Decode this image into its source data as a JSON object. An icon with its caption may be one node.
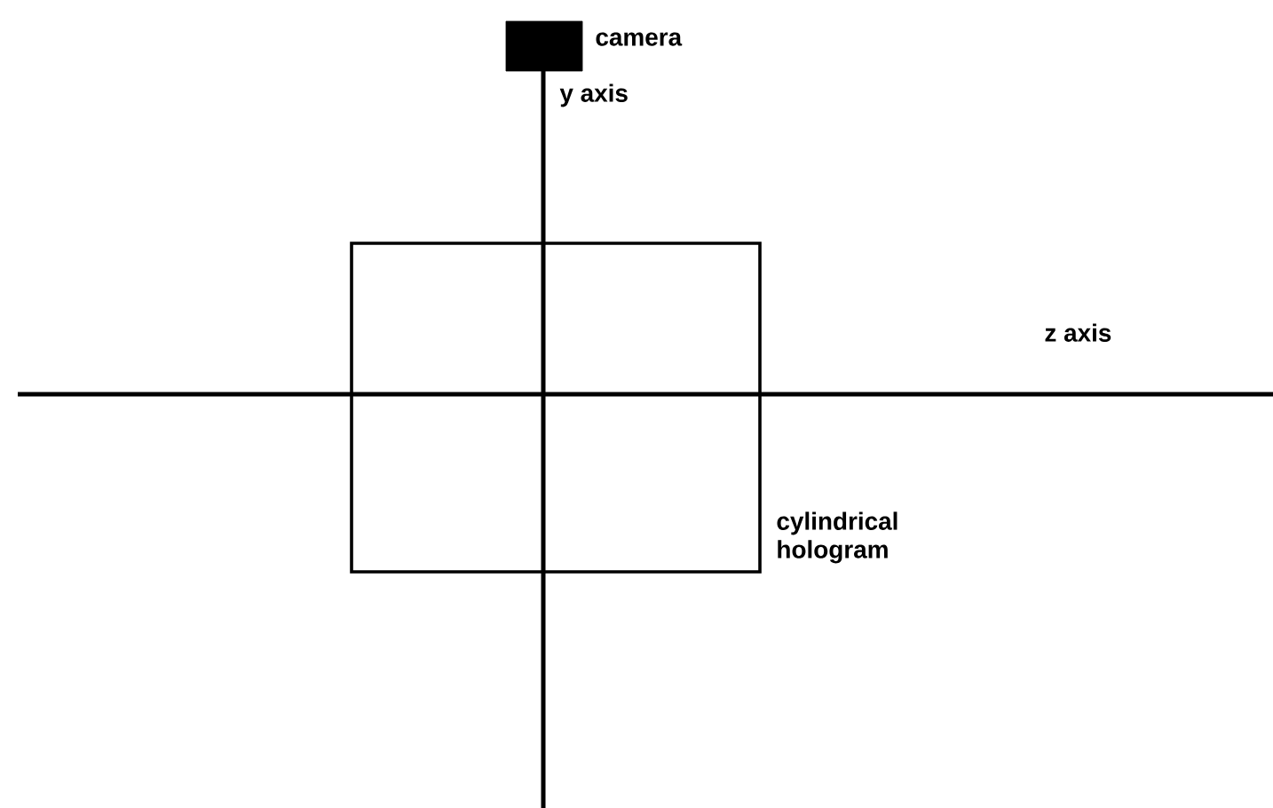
{
  "diagram": {
    "nodes": [
      {
        "text": [],
        "shape": "box",
        "beside": [
          "camera"
        ]
      },
      {
        "text": [
          "cylindrical hologram"
        ]
      }
    ],
    "labels": [
      "y axis",
      "z axis"
    ]
  }
}
